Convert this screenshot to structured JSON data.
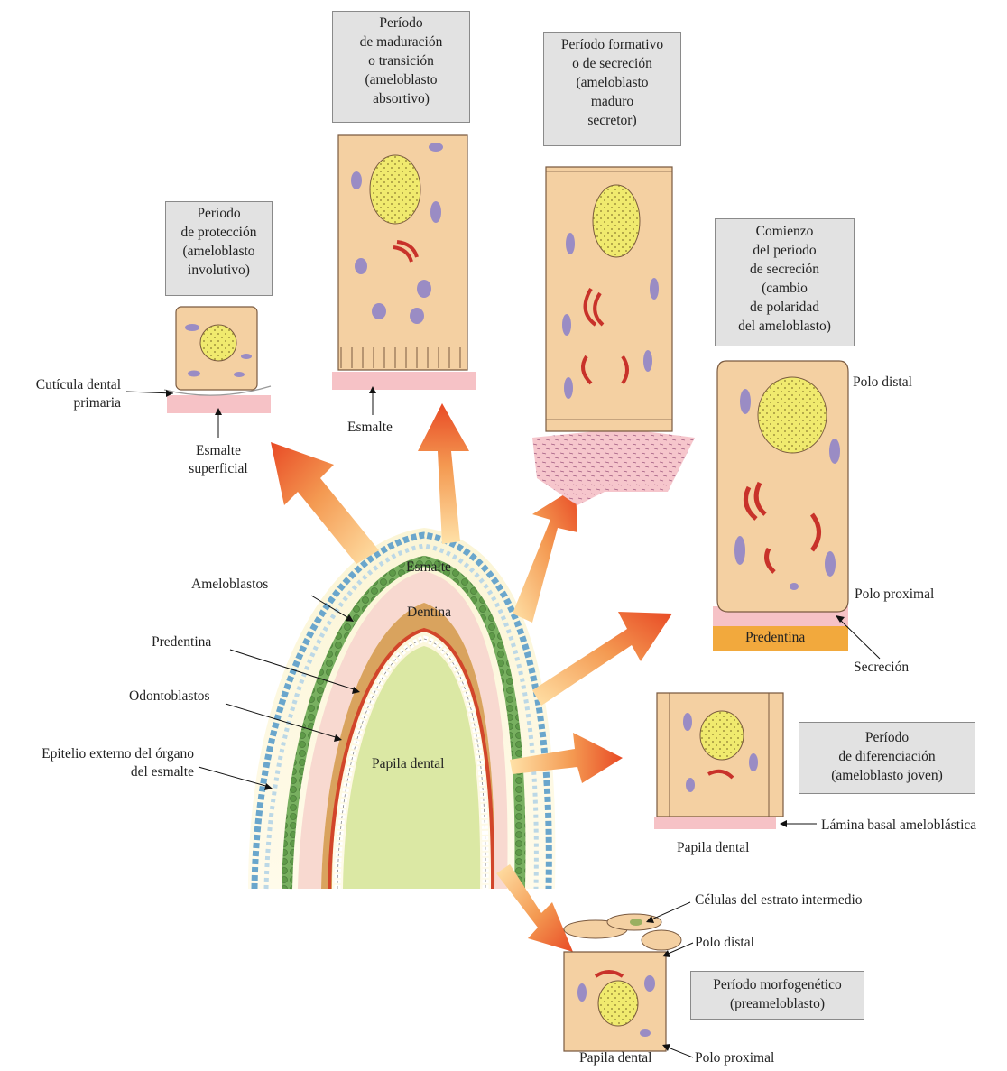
{
  "colors": {
    "cell_fill": "#f4d0a2",
    "nucleus": "#f0ea6e",
    "mito": "#9a8cc4",
    "golgi": "#c8322a",
    "enamel": "#f4c2c4",
    "dentin": "#d9a35e",
    "papilla": "#dbe8a4",
    "predentin_band": "#f2a93d",
    "arrow": "#e8542c",
    "ameloblast_layer": "#6fa85a",
    "outer_epithelium": "#6aa6cc"
  },
  "stages": {
    "proteccion": [
      "Período",
      "de protección",
      "(ameloblasto",
      "involutivo)"
    ],
    "maduracion": [
      "Período",
      "de maduración",
      "o transición",
      "(ameloblasto",
      "absortivo)"
    ],
    "formativo": [
      "Período formativo",
      "o de secreción",
      "(ameloblasto",
      "maduro",
      "secretor)"
    ],
    "comienzo": [
      "Comienzo",
      "del período",
      "de secreción",
      "(cambio",
      "de polaridad",
      "del ameloblasto)"
    ],
    "diferenciacion": [
      "Período",
      "de diferenciación",
      "(ameloblasto joven)"
    ],
    "morfogenetico": [
      "Período morfogenético",
      "(preameloblasto)"
    ]
  },
  "labels": {
    "cuticula": [
      "Cutícula dental",
      "primaria"
    ],
    "esmalte_superficial": [
      "Esmalte",
      "superficial"
    ],
    "esmalte_maduracion": "Esmalte",
    "polo_distal_comienzo": "Polo distal",
    "polo_proximal_comienzo": "Polo proximal",
    "predentina_band": "Predentina",
    "secrecion": "Secreción",
    "lamina_basal": "Lámina basal ameloblástica",
    "papila_diferenciacion": "Papila dental",
    "celulas_estrato": "Células del estrato intermedio",
    "polo_distal_morfo": "Polo distal",
    "polo_proximal_morfo": "Polo proximal",
    "papila_morfo": "Papila dental",
    "ameloblastos": "Ameloblastos",
    "predentina": "Predentina",
    "odontoblastos": "Odontoblastos",
    "epitelio": [
      "Epitelio externo del órgano",
      "del esmalte"
    ],
    "esmalte_tooth": "Esmalte",
    "dentina_tooth": "Dentina",
    "papila_tooth": "Papila dental"
  }
}
